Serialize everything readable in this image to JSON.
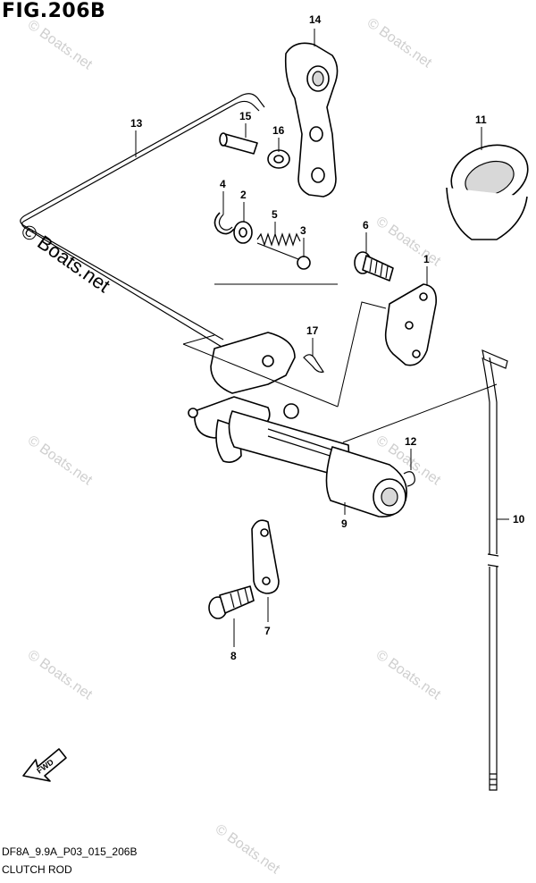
{
  "figure": {
    "title": "FIG.206B",
    "diagram_code": "DF8A_9.9A_P03_015_206B",
    "caption": "CLUTCH ROD",
    "watermark": "© Boats.net",
    "fwd_label": "FWD"
  },
  "callouts": [
    {
      "id": "c1",
      "label": "1"
    },
    {
      "id": "c2",
      "label": "2"
    },
    {
      "id": "c3",
      "label": "3"
    },
    {
      "id": "c4",
      "label": "4"
    },
    {
      "id": "c5",
      "label": "5"
    },
    {
      "id": "c6",
      "label": "6"
    },
    {
      "id": "c7",
      "label": "7"
    },
    {
      "id": "c8",
      "label": "8"
    },
    {
      "id": "c9",
      "label": "9"
    },
    {
      "id": "c10",
      "label": "10"
    },
    {
      "id": "c11",
      "label": "11"
    },
    {
      "id": "c12",
      "label": "12"
    },
    {
      "id": "c13",
      "label": "13"
    },
    {
      "id": "c14",
      "label": "14"
    },
    {
      "id": "c15",
      "label": "15"
    },
    {
      "id": "c16",
      "label": "16"
    },
    {
      "id": "c17",
      "label": "17"
    }
  ]
}
